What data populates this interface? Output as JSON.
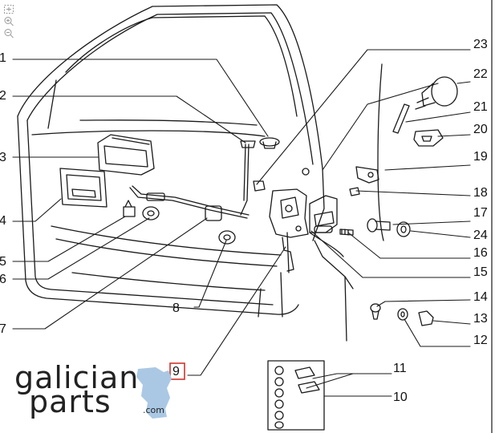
{
  "toolbar": {
    "fit_icon": "fit-to-screen-icon",
    "zoom_in_icon": "zoom-in-icon",
    "zoom_out_icon": "zoom-out-icon"
  },
  "callouts": [
    "1",
    "2",
    "3",
    "4",
    "5",
    "6",
    "7",
    "8",
    "9",
    "10",
    "11",
    "12",
    "13",
    "14",
    "15",
    "16",
    "17",
    "18",
    "19",
    "20",
    "21",
    "22",
    "23",
    "24"
  ],
  "highlighted_callout": "9",
  "highlight_color": "#d0342c",
  "brand": {
    "line1": "galician",
    "line2": "parts",
    "suffix": ".com",
    "accent_color": "#aac8e4"
  }
}
